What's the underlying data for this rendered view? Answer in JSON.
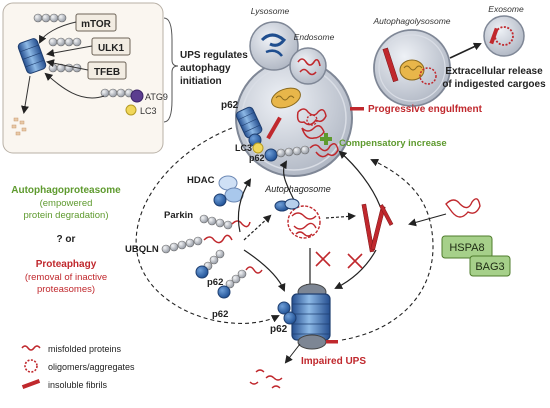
{
  "inset": {
    "proteins": [
      "mTOR",
      "ULK1",
      "TFEB"
    ],
    "atg9": "ATG9",
    "lc3": "LC3",
    "caption": [
      "UPS regulates",
      "autophagy",
      "initiation"
    ]
  },
  "left_text": {
    "autophagoproteasome": "Autophagoproteasome",
    "autophagoproteasome_desc": [
      "(empowered",
      "protein degradation)"
    ],
    "question": "? or",
    "proteaphagy": "Proteaphagy",
    "proteaphagy_desc": [
      "(removal of inactive",
      "proteasomes)"
    ]
  },
  "organelles": {
    "lysosome": "Lysosome",
    "endosome": "Endosome",
    "autophagolysosome": "Autophagolysosome",
    "exosome": "Exosome",
    "autophagosome": "Autophagosome"
  },
  "processes": {
    "extracellular": [
      "Extracellular release",
      "of indigested cargoes"
    ],
    "engulfment": "Progressive engulfment",
    "compensatory": "Compensatory increase",
    "impaired_ups": "Impaired UPS"
  },
  "molecules": {
    "p62": "p62",
    "lc3": "LC3",
    "hdac": "HDAC",
    "parkin": "Parkin",
    "ubqln": "UBQLN",
    "hspa8": "HSPA8",
    "bag3": "BAG3"
  },
  "legend": [
    {
      "label": "misfolded proteins"
    },
    {
      "label": "oligomers/aggregates"
    },
    {
      "label": "insoluble fibrils"
    }
  ],
  "colors": {
    "green": "#5e9a2e",
    "red": "#c0282d",
    "chaperone": "#a6d08a"
  }
}
